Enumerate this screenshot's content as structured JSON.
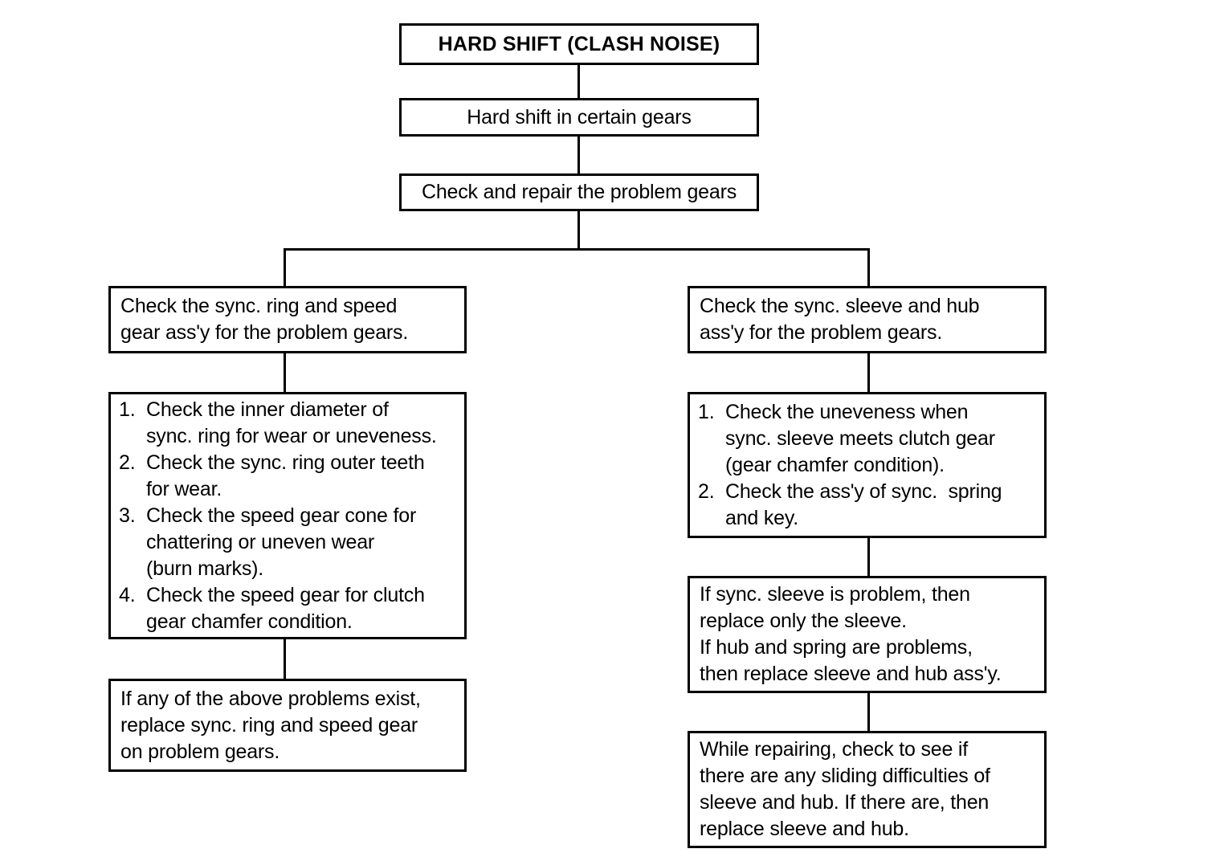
{
  "diagram": {
    "title": "HARD SHIFT (CLASH NOISE)",
    "type": "troubleshooting-flowchart",
    "line_color": "#000000",
    "background_color": "#ffffff",
    "text_color": "#000000"
  },
  "nodes": {
    "root": {
      "label": "HARD SHIFT (CLASH NOISE)"
    },
    "symptom": {
      "label": "Hard shift in certain gears"
    },
    "action": {
      "label": "Check and repair the problem gears"
    },
    "left_branch": {
      "check": {
        "label": "Check the sync. ring and speed\ngear ass'y for the problem gears."
      },
      "steps": {
        "items": [
          {
            "num": "1.",
            "text": "Check the inner diameter of\nsync. ring for wear or uneveness."
          },
          {
            "num": "2.",
            "text": "Check the sync. ring outer teeth\nfor wear."
          },
          {
            "num": "3.",
            "text": "Check the speed gear cone for\nchattering or uneven wear\n(burn marks)."
          },
          {
            "num": "4.",
            "text": "Check the speed gear for clutch\ngear chamfer condition."
          }
        ]
      },
      "result": {
        "label": "If any of the above problems exist,\nreplace sync. ring and speed gear\non problem gears."
      }
    },
    "right_branch": {
      "check": {
        "label": "Check the sync. sleeve and hub\nass'y for the problem gears."
      },
      "steps": {
        "items": [
          {
            "num": "1.",
            "text": "Check the uneveness when\nsync. sleeve meets clutch gear\n(gear chamfer condition)."
          },
          {
            "num": "2.",
            "text": "Check the ass'y of sync.  spring\nand key."
          }
        ]
      },
      "result": {
        "label": "If sync. sleeve is problem, then\nreplace only the sleeve.\nIf hub and spring are problems,\nthen replace sleeve and hub ass'y."
      },
      "note": {
        "label": "While repairing, check to see if\nthere are any sliding difficulties of\nsleeve and hub. If there are, then\nreplace sleeve and hub."
      }
    }
  }
}
